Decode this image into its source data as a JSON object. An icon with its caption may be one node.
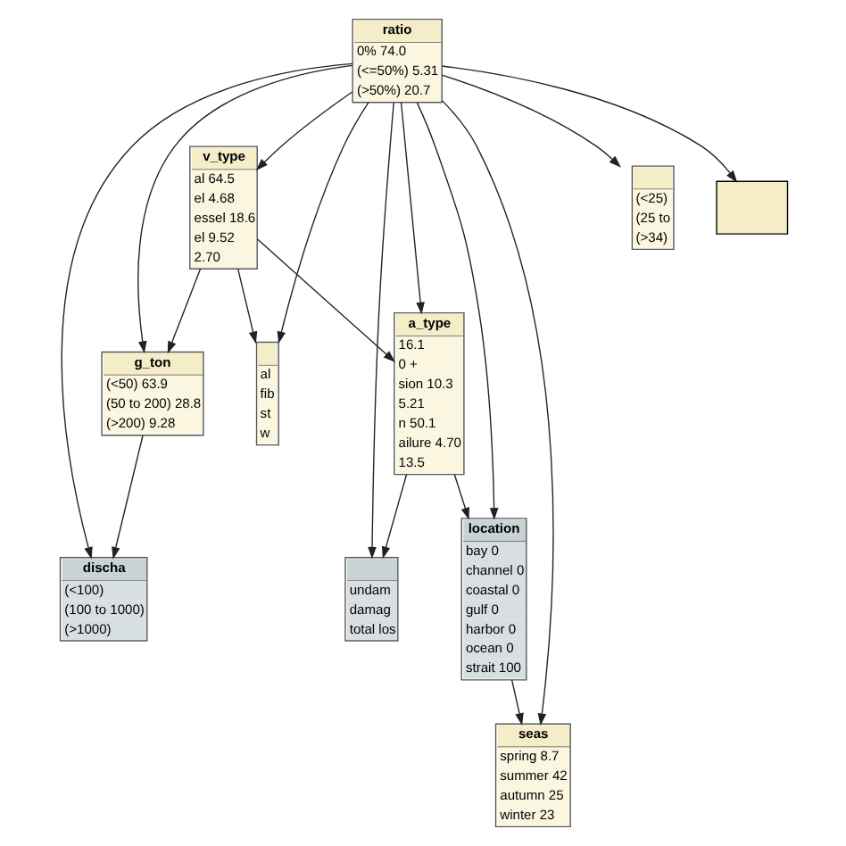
{
  "diagram": {
    "nodes": [
      {
        "text": [
          "g_ton",
          "(<50) 63.9",
          "(50 to 200) 28.8",
          "(>200) 9.28"
        ]
      },
      {
        "text": [
          "discha",
          "(<100)",
          "(100 to 1000)",
          "(>1000)"
        ]
      },
      {
        "text": [
          "v_type",
          "al 64.5",
          "el 4.68",
          "essel 18.6",
          "el 9.52",
          "2.70"
        ]
      },
      {
        "text": [
          "(<25)",
          "(25 to",
          "(>34)"
        ]
      },
      {
        "text": [],
        "shape": "box"
      },
      {
        "text": [
          "ratio",
          "0% 74.0",
          "(<=50%) 5.31",
          "(>50%) 20.7"
        ]
      },
      {
        "text": [
          "al",
          "fib",
          "st",
          "w"
        ]
      },
      {
        "text": [
          "a_type",
          "16.1",
          "0 +",
          "sion 10.3",
          "5.21",
          "n 50.1",
          "ailure 4.70",
          "13.5"
        ]
      },
      {
        "text": [
          "undam",
          "damag",
          "total los"
        ]
      },
      {
        "text": [
          "location",
          "bay 0",
          "channel 0",
          "coastal 0",
          "gulf 0",
          "harbor 0",
          "ocean 0",
          "strait 100"
        ]
      },
      {
        "text": [
          "seas",
          "spring 8.7",
          "summer 42",
          "autumn 25",
          "winter 23"
        ]
      }
    ],
    "edges": [
      {
        "from": 2,
        "to": 0,
        "arrow": "to"
      },
      {
        "from": 0,
        "to": 1,
        "arrow": "to"
      },
      {
        "from": 5,
        "to": 0,
        "arrow": "to"
      },
      {
        "from": 5,
        "to": 2,
        "arrow": "to"
      },
      {
        "from": 5,
        "to": 4,
        "arrow": "to"
      },
      {
        "from": 5,
        "to": 1,
        "arrow": "to"
      },
      {
        "from": 5,
        "to": 3,
        "arrow": "to"
      },
      {
        "from": 2,
        "to": 6,
        "arrow": "to"
      },
      {
        "from": 5,
        "to": 6,
        "arrow": "to"
      },
      {
        "from": 2,
        "to": 7,
        "arrow": "to"
      },
      {
        "from": 5,
        "to": 7,
        "arrow": "to"
      },
      {
        "from": 7,
        "to": 8,
        "arrow": "to"
      },
      {
        "from": 7,
        "to": 9,
        "arrow": "to"
      },
      {
        "from": 5,
        "to": 9,
        "arrow": "to"
      },
      {
        "from": 5,
        "to": 8,
        "arrow": "to"
      },
      {
        "from": 5,
        "to": 10,
        "arrow": "to"
      },
      {
        "from": 9,
        "to": 10,
        "arrow": "to"
      }
    ]
  }
}
